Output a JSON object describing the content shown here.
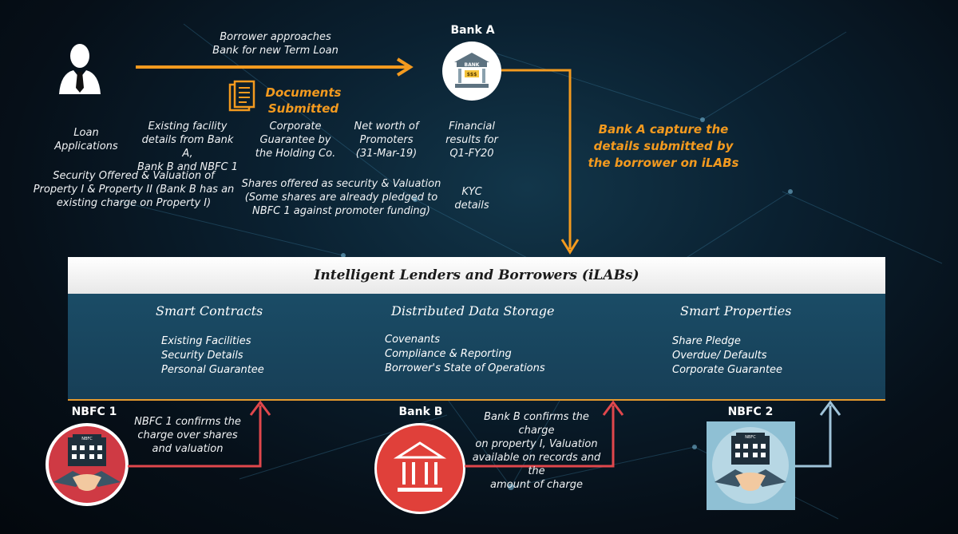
{
  "top": {
    "arrow_text": [
      "Borrower approaches",
      "Bank for new Term Loan"
    ],
    "documents_heading": [
      "Documents",
      "Submitted"
    ],
    "bank_a_title": "Bank A",
    "bank_sign": "BANK",
    "bank_sign_sub": "$$$",
    "capture_text": [
      "Bank A capture the",
      "details submitted by",
      "the borrower on iLABs"
    ]
  },
  "documents": {
    "loan": [
      "Loan",
      "Applications"
    ],
    "existing": [
      "Existing facility",
      "details from Bank A,",
      "Bank B and NBFC 1"
    ],
    "guarantee": [
      "Corporate",
      "Guarantee by",
      "the Holding Co."
    ],
    "networth": [
      "Net worth of",
      "Promoters",
      "(31-Mar-19)"
    ],
    "financial": [
      "Financial",
      "results for",
      "Q1-FY20"
    ],
    "security": [
      "Security Offered  & Valuation of",
      "Property I & Property II (Bank B has an",
      "existing charge on Property I)"
    ],
    "shares": [
      "Shares offered as security & Valuation",
      "(Some shares are already pledged to",
      "NBFC 1 against promoter funding)"
    ],
    "kyc": [
      "KYC",
      "details"
    ]
  },
  "platform": {
    "title": "Intelligent Lenders and Borrowers (iLABs)",
    "columns": [
      {
        "heading": "Smart Contracts",
        "items": [
          "Existing Facilities",
          "Security Details",
          "Personal Guarantee"
        ]
      },
      {
        "heading": "Distributed Data Storage",
        "items": [
          "Covenants",
          "Compliance & Reporting",
          "Borrower's State of Operations"
        ]
      },
      {
        "heading": "Smart Properties",
        "items": [
          "Share Pledge",
          "Overdue/ Defaults",
          "Corporate Guarantee"
        ]
      }
    ]
  },
  "bottom": {
    "nbfc1_title": "NBFC 1",
    "nbfc1_sign": "NBFC",
    "nbfc1_text": [
      "NBFC 1 confirms the",
      "charge over shares",
      "and valuation"
    ],
    "bankb_title": "Bank B",
    "bankb_text": [
      "Bank B confirms the charge",
      "on property I, Valuation",
      "available on records and the",
      "amount of charge"
    ],
    "nbfc2_title": "NBFC 2",
    "nbfc2_sign": "NBFC"
  },
  "colors": {
    "orange": "#f39a1f",
    "red_arrow": "#e0474c",
    "blue_arrow": "#9fc3d9",
    "panel": "#1a4c66"
  }
}
